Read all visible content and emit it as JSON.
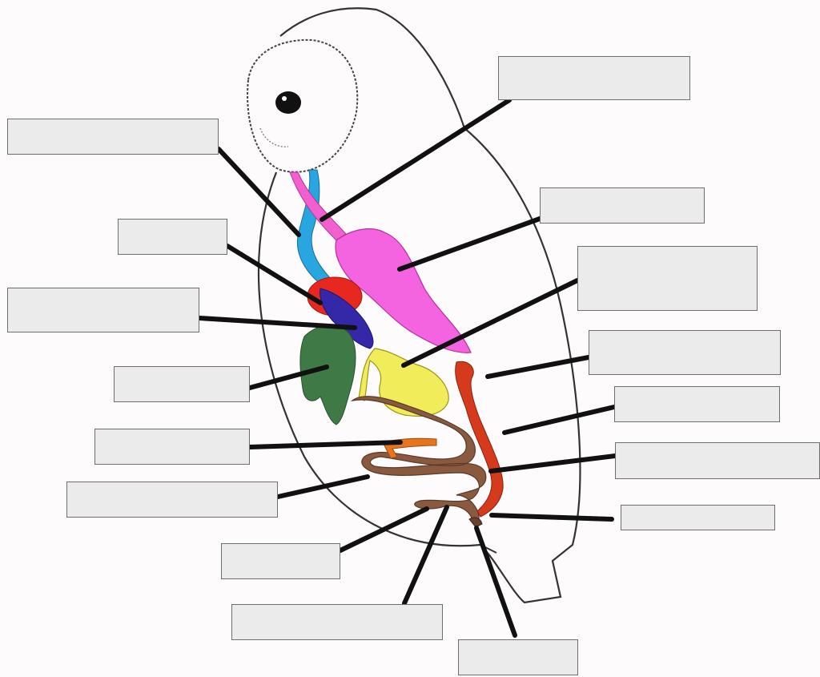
{
  "diagram": {
    "label_boxes": [
      {
        "id": "box-top-right",
        "text": ""
      },
      {
        "id": "box-left-1",
        "text": ""
      },
      {
        "id": "box-right-2",
        "text": ""
      },
      {
        "id": "box-left-2",
        "text": ""
      },
      {
        "id": "box-right-3",
        "text": ""
      },
      {
        "id": "box-left-3",
        "text": ""
      },
      {
        "id": "box-right-4",
        "text": ""
      },
      {
        "id": "box-left-4",
        "text": ""
      },
      {
        "id": "box-right-5",
        "text": ""
      },
      {
        "id": "box-left-5",
        "text": ""
      },
      {
        "id": "box-right-6",
        "text": ""
      },
      {
        "id": "box-left-6",
        "text": ""
      },
      {
        "id": "box-right-7",
        "text": ""
      },
      {
        "id": "box-bottom-left",
        "text": ""
      },
      {
        "id": "box-bottom-center",
        "text": ""
      },
      {
        "id": "box-bottom-right",
        "text": ""
      }
    ],
    "organ_colors": {
      "esophagus": "#29a6e0",
      "trachea": "#f25fce",
      "proventriculus": "#3428a8",
      "heart": "#e8281e",
      "gizzard": "#f564e0",
      "liver": "#3f7a46",
      "intestine_loop": "#f0ec5a",
      "kidney": "#d63a1c",
      "intestine": "#8a5a40",
      "pancreas": "#e8741e"
    }
  }
}
